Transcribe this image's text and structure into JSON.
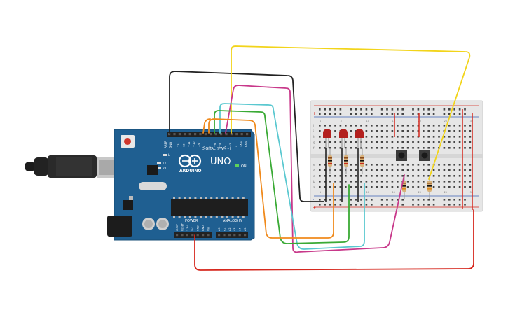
{
  "arduino": {
    "brand": "ARDUINO",
    "model": "UNO",
    "on_label": "ON",
    "tx_label": "TX",
    "rx_label": "RX",
    "l_label": "L",
    "digital_label": "DIGITAL (PWM~)",
    "analog_label": "ANALOG IN",
    "power_label": "POWER",
    "aref_label": "AREF",
    "gnd_label": "GND",
    "digital_pins": [
      "13",
      "12",
      "~11",
      "~10",
      "~9",
      "8",
      "7",
      "~6",
      "~5",
      "4",
      "~3",
      "2",
      "TX 1",
      "RX 0"
    ],
    "power_pins": [
      "IOREF",
      "RESET",
      "3.3V",
      "5V",
      "GND",
      "GND",
      "Vin"
    ],
    "analog_pins": [
      "A0",
      "A1",
      "A2",
      "A3",
      "A4",
      "A5"
    ]
  },
  "breadboard": {
    "columns_top": [
      "1",
      "5",
      "10",
      "15",
      "20",
      "25",
      "30"
    ],
    "row_letters_top": [
      "j",
      "i",
      "h",
      "g",
      "f"
    ],
    "row_letters_bottom": [
      "e",
      "d",
      "c",
      "b",
      "a"
    ],
    "plus": "+",
    "minus": "-"
  },
  "colors": {
    "board": "#1f5f91",
    "breadboard": "#e6e6e6",
    "wire_black": "#222222",
    "wire_yellow": "#f2d41a",
    "wire_magenta": "#c8388a",
    "wire_cyan": "#5ac8d0",
    "wire_green": "#3aaa35",
    "wire_orange": "#f08a1c",
    "wire_red": "#d6281e",
    "led": "#b3201e"
  }
}
